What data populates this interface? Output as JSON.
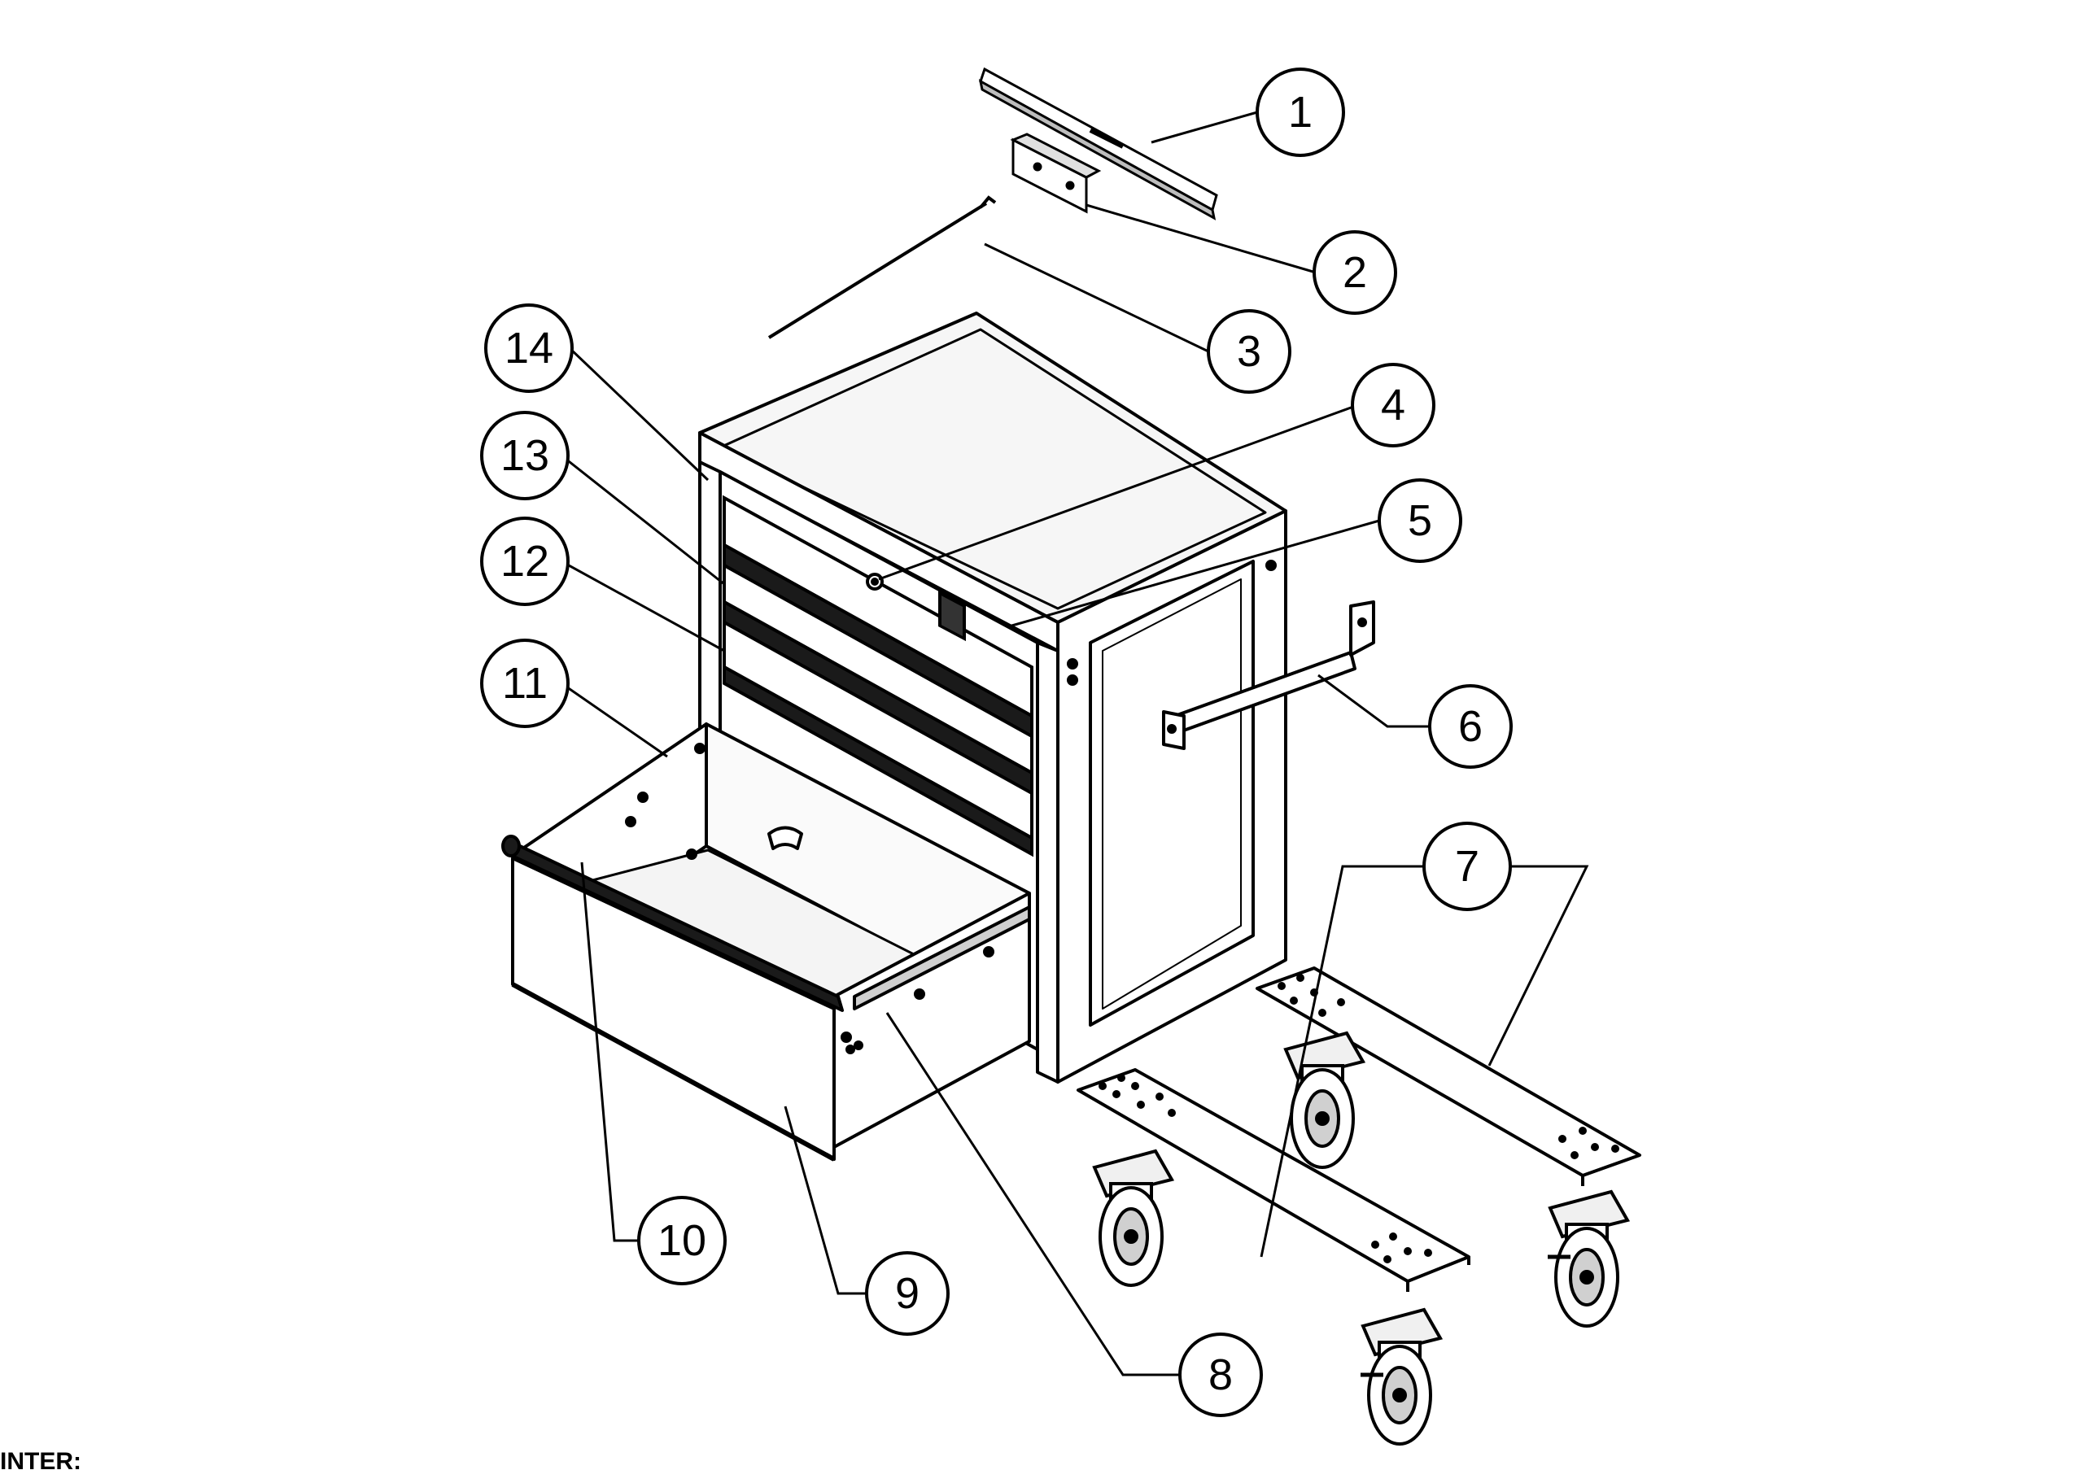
{
  "colors": {
    "ink": "#000000",
    "paper": "#ffffff",
    "shade_light": "#f2f2f2",
    "shade_mid": "#d9d9d9",
    "shade_dark": "#1a1a1a"
  },
  "callouts": [
    "1",
    "2",
    "3",
    "4",
    "5",
    "6",
    "7",
    "8",
    "9",
    "10",
    "11",
    "12",
    "13",
    "14"
  ],
  "corner_text": "INTER:"
}
